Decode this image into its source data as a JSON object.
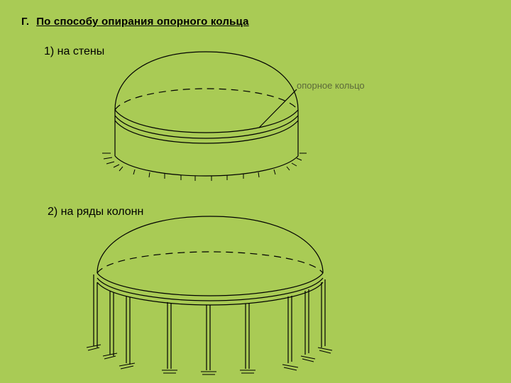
{
  "heading": {
    "letter": "Г.",
    "text": "По способу опирания опорного кольца"
  },
  "case1": {
    "label": "1) на стены"
  },
  "case2": {
    "label": "2) на ряды колонн"
  },
  "annotation": {
    "ring_label": "опорное кольцо"
  },
  "colors": {
    "background": "#a9cb55",
    "stroke": "#000000"
  }
}
